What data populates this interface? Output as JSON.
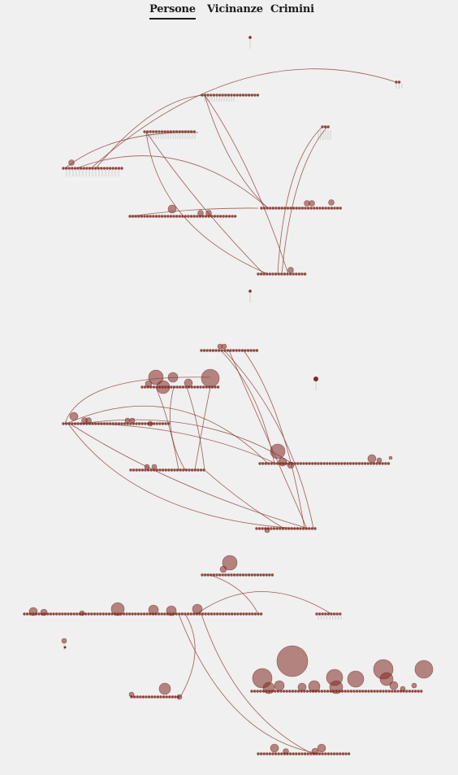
{
  "nav": {
    "tabs": [
      {
        "label": "Persone",
        "active": true
      },
      {
        "label": "Vicinanze",
        "active": false
      },
      {
        "label": "Crimini",
        "active": false
      }
    ]
  },
  "colors": {
    "background": "#eff0ef",
    "node": "#7f2a22",
    "link": "#8a3a33",
    "text": "#1c1c1c"
  }
}
